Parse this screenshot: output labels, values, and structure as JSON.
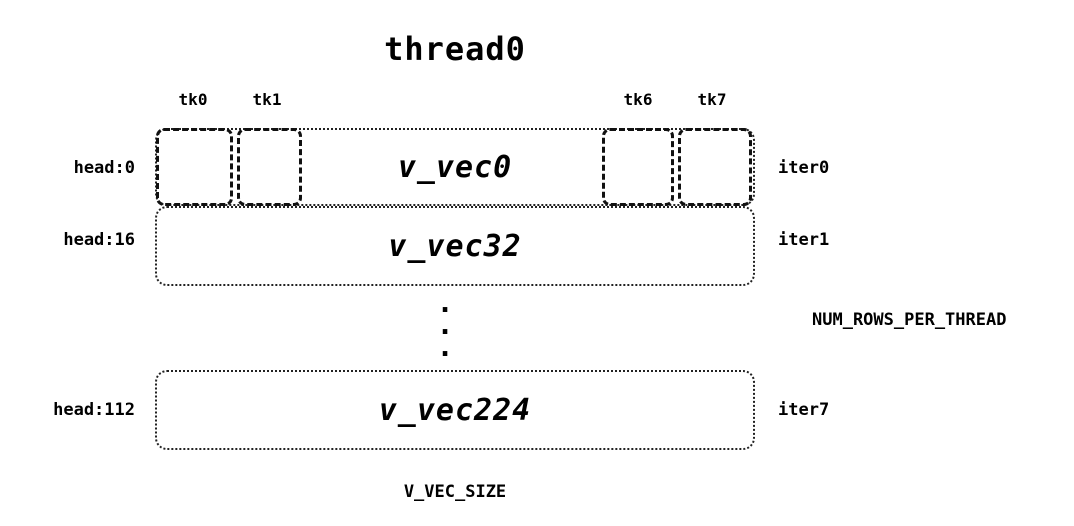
{
  "title": "thread0",
  "column_labels": [
    {
      "label": "tk0"
    },
    {
      "label": "tk1"
    },
    {
      "label": "tk6"
    },
    {
      "label": "tk7"
    }
  ],
  "rows": [
    {
      "head": "head:0",
      "vec": "v_vec0",
      "iter": "iter0"
    },
    {
      "head": "head:16",
      "vec": "v_vec32",
      "iter": "iter1"
    },
    {
      "head": "head:112",
      "vec": "v_vec224",
      "iter": "iter7"
    }
  ],
  "ellipsis": ".\n.\n.",
  "side_label": "NUM_ROWS_PER_THREAD",
  "bottom_label": "V_VEC_SIZE"
}
